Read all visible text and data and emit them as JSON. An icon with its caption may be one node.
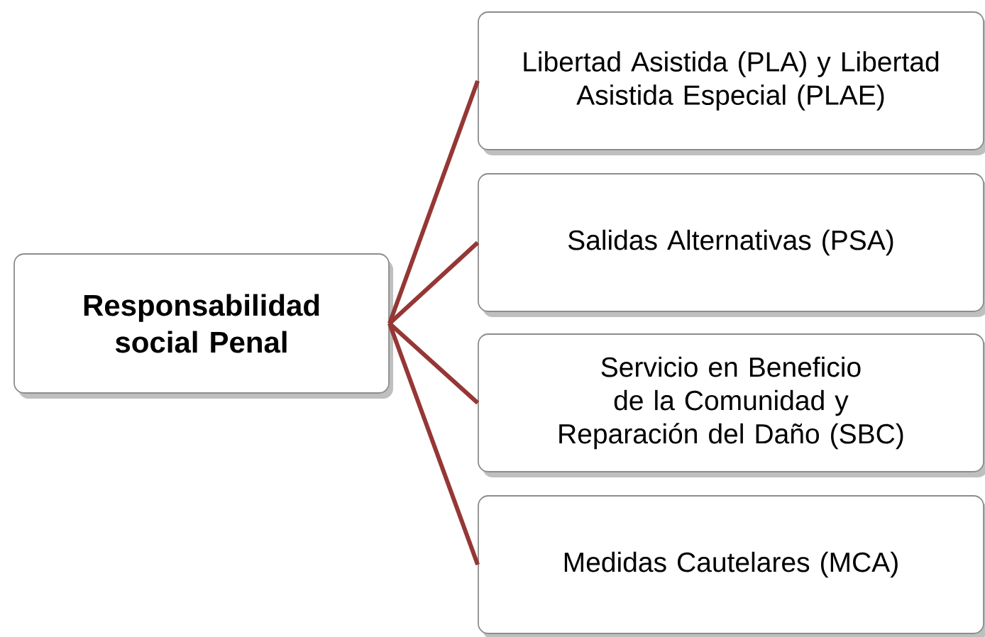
{
  "diagram": {
    "nodes": [
      {
        "text": [
          "Responsabilidad social Penal"
        ]
      },
      {
        "text": [
          "Libertad Asistida (PLA) y Libertad Asistida Especial (PLAE)"
        ]
      },
      {
        "text": [
          "Salidas Alternativas (PSA)"
        ]
      },
      {
        "text": [
          "Servicio en Beneficio de la Comunidad y Reparación del Daño (SBC)"
        ]
      },
      {
        "text": [
          "Medidas Cautelares (MCA)"
        ]
      }
    ],
    "edges": [
      {
        "from": 0,
        "to": 1,
        "arrow": "none"
      },
      {
        "from": 0,
        "to": 2,
        "arrow": "none"
      },
      {
        "from": 0,
        "to": 3,
        "arrow": "none"
      },
      {
        "from": 0,
        "to": 4,
        "arrow": "none"
      }
    ]
  }
}
